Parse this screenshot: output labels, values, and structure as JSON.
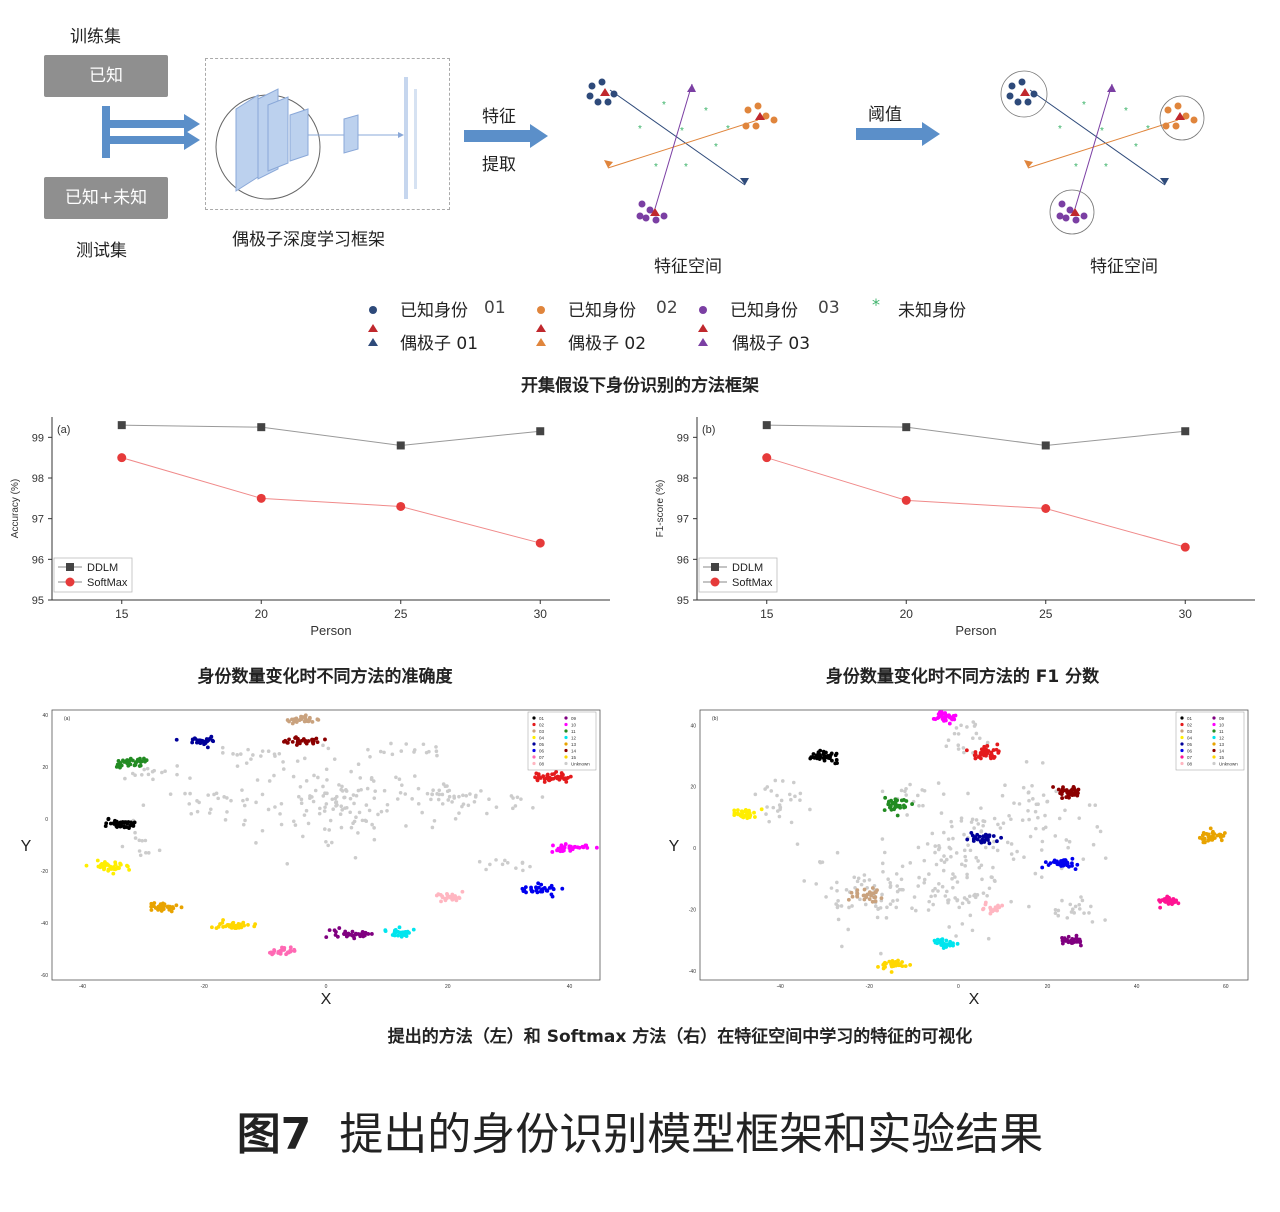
{
  "framework": {
    "train_set": "训练集",
    "known": "已知",
    "known_unknown": "已知+未知",
    "test_set": "测试集",
    "model_name": "偶极子深度学习框架",
    "arrow1_line1": "特征",
    "arrow1_line2": "提取",
    "arrow2": "阈值",
    "feature_space_1": "特征空间",
    "feature_space_2": "特征空间",
    "legend": {
      "known01": "已知身份",
      "known01_id": "01",
      "known02": "已知身份",
      "known02_id": "02",
      "known03": "已知身份",
      "known03_id": "03",
      "unknown": "未知身份",
      "dipole01": "偶极子 01",
      "dipole02": "偶极子 02",
      "dipole03": "偶极子 03"
    },
    "caption": "开集假设下身份识别的方法框架",
    "colors": {
      "id01": "#2e4a7a",
      "id02": "#e0853c",
      "id03": "#7b3fa3",
      "unknown": "#3cb36a",
      "dipole_red": "#c0282d"
    }
  },
  "charts_captions": {
    "left": "身份数量变化时不同方法的准确度",
    "right": "身份数量变化时不同方法的 F1 分数"
  },
  "chart_data": [
    {
      "type": "line",
      "panel": "(a)",
      "x": [
        15,
        20,
        25,
        30
      ],
      "xticks": [
        "15",
        "20",
        "25",
        "30"
      ],
      "yticks": [
        "95",
        "96",
        "97",
        "98",
        "99"
      ],
      "ylim": [
        95,
        99.5
      ],
      "xlim": [
        12.5,
        32.5
      ],
      "xlabel": "Person",
      "ylabel": "Accuracy (%)",
      "legend_position": "bottom-left",
      "series": [
        {
          "name": "DDLM",
          "values": [
            99.3,
            99.25,
            98.8,
            99.15
          ],
          "color": "#444444",
          "marker": "square"
        },
        {
          "name": "SoftMax",
          "values": [
            98.5,
            97.5,
            97.3,
            96.4
          ],
          "color": "#e63a3a",
          "marker": "circle"
        }
      ]
    },
    {
      "type": "line",
      "panel": "(b)",
      "x": [
        15,
        20,
        25,
        30
      ],
      "xticks": [
        "15",
        "20",
        "25",
        "30"
      ],
      "yticks": [
        "95",
        "96",
        "97",
        "98",
        "99"
      ],
      "ylim": [
        95,
        99.5
      ],
      "xlim": [
        12.5,
        32.5
      ],
      "xlabel": "Person",
      "ylabel": "F1-score (%)",
      "legend_position": "bottom-left",
      "series": [
        {
          "name": "DDLM",
          "values": [
            99.3,
            99.25,
            98.8,
            99.15
          ],
          "color": "#444444",
          "marker": "square"
        },
        {
          "name": "SoftMax",
          "values": [
            98.5,
            97.45,
            97.25,
            96.3
          ],
          "color": "#e63a3a",
          "marker": "circle"
        }
      ]
    },
    {
      "type": "scatter",
      "panel": "(a)",
      "xlabel": "X",
      "ylabel": "Y",
      "xlim": [
        -45,
        45
      ],
      "ylim": [
        -62,
        42
      ],
      "xticks": [
        "-40",
        "-20",
        "0",
        "20",
        "40"
      ],
      "yticks": [
        "40",
        "20",
        "0",
        "-20",
        "-40",
        "-60"
      ],
      "legend": [
        "01",
        "02",
        "03",
        "04",
        "05",
        "06",
        "07",
        "08",
        "09",
        "10",
        "11",
        "12",
        "13",
        "14",
        "15",
        "Unknown"
      ],
      "clusters": [
        {
          "label": "01",
          "color": "#000000",
          "cx": -34,
          "cy": -2,
          "n": 40,
          "s": 1.5
        },
        {
          "label": "02",
          "color": "#e41a1c",
          "cx": 37,
          "cy": 16,
          "n": 40,
          "s": 1.5
        },
        {
          "label": "03",
          "color": "#c9a27e",
          "cx": -4,
          "cy": 38,
          "n": 30,
          "s": 1.3
        },
        {
          "label": "04",
          "color": "#ffee00",
          "cx": -36,
          "cy": -18,
          "n": 40,
          "s": 1.5
        },
        {
          "label": "05",
          "color": "#000099",
          "cx": -20,
          "cy": 30,
          "n": 30,
          "s": 1.3
        },
        {
          "label": "06",
          "color": "#0000ee",
          "cx": 35,
          "cy": -27,
          "n": 35,
          "s": 1.5
        },
        {
          "label": "07",
          "color": "#ff69b4",
          "cx": -7,
          "cy": -51,
          "n": 30,
          "s": 1.2
        },
        {
          "label": "08",
          "color": "#ffb6c1",
          "cx": 20,
          "cy": -30,
          "n": 25,
          "s": 1.3
        },
        {
          "label": "09",
          "color": "#800080",
          "cx": 4,
          "cy": -44,
          "n": 35,
          "s": 1.6
        },
        {
          "label": "10",
          "color": "#ff00ff",
          "cx": 40,
          "cy": -11,
          "n": 35,
          "s": 1.4
        },
        {
          "label": "11",
          "color": "#228b22",
          "cx": -32,
          "cy": 22,
          "n": 40,
          "s": 1.6
        },
        {
          "label": "12",
          "color": "#00e5ee",
          "cx": 12,
          "cy": -44,
          "n": 30,
          "s": 1.3
        },
        {
          "label": "13",
          "color": "#e8a300",
          "cx": -27,
          "cy": -34,
          "n": 35,
          "s": 1.4
        },
        {
          "label": "14",
          "color": "#8b0000",
          "cx": -4,
          "cy": 30,
          "n": 30,
          "s": 1.3
        },
        {
          "label": "15",
          "color": "#ffd700",
          "cx": -15,
          "cy": -41,
          "n": 35,
          "s": 1.4
        },
        {
          "label": "Unknown",
          "color": "#cccccc",
          "cx": 5,
          "cy": 5,
          "n": 0,
          "s": 0
        }
      ]
    },
    {
      "type": "scatter",
      "panel": "(b)",
      "xlabel": "X",
      "ylabel": "Y",
      "xlim": [
        -58,
        65
      ],
      "ylim": [
        -43,
        45
      ],
      "xticks": [
        "-40",
        "-20",
        "0",
        "20",
        "40",
        "60"
      ],
      "yticks": [
        "40",
        "20",
        "0",
        "-20",
        "-40"
      ],
      "legend": [
        "01",
        "02",
        "03",
        "04",
        "05",
        "06",
        "07",
        "08",
        "09",
        "10",
        "11",
        "12",
        "13",
        "14",
        "15",
        "Unknown"
      ],
      "clusters": [
        {
          "label": "01",
          "color": "#000000",
          "cx": -30,
          "cy": 30,
          "n": 40,
          "s": 1.6
        },
        {
          "label": "02",
          "color": "#e41a1c",
          "cx": 6,
          "cy": 31,
          "n": 40,
          "s": 1.8
        },
        {
          "label": "03",
          "color": "#c9a27e",
          "cx": -21,
          "cy": -15,
          "n": 30,
          "s": 2.0
        },
        {
          "label": "04",
          "color": "#ffee00",
          "cx": -48,
          "cy": 11,
          "n": 40,
          "s": 1.6
        },
        {
          "label": "05",
          "color": "#000099",
          "cx": 6,
          "cy": 3,
          "n": 35,
          "s": 1.6
        },
        {
          "label": "06",
          "color": "#0000ee",
          "cx": 23,
          "cy": -5,
          "n": 35,
          "s": 1.6
        },
        {
          "label": "07",
          "color": "#ff1493",
          "cx": 47,
          "cy": -17,
          "n": 30,
          "s": 1.3
        },
        {
          "label": "08",
          "color": "#ffb6c1",
          "cx": 8,
          "cy": -20,
          "n": 25,
          "s": 1.3
        },
        {
          "label": "09",
          "color": "#800080",
          "cx": 25,
          "cy": -30,
          "n": 30,
          "s": 1.3
        },
        {
          "label": "10",
          "color": "#ff00ff",
          "cx": -3,
          "cy": 43,
          "n": 35,
          "s": 1.5
        },
        {
          "label": "11",
          "color": "#228b22",
          "cx": -14,
          "cy": 14,
          "n": 35,
          "s": 1.6
        },
        {
          "label": "12",
          "color": "#00e5ee",
          "cx": -3,
          "cy": -31,
          "n": 30,
          "s": 1.3
        },
        {
          "label": "13",
          "color": "#e8a300",
          "cx": 57,
          "cy": 4,
          "n": 35,
          "s": 1.4
        },
        {
          "label": "14",
          "color": "#8b0000",
          "cx": 25,
          "cy": 18,
          "n": 35,
          "s": 1.5
        },
        {
          "label": "15",
          "color": "#ffd700",
          "cx": -15,
          "cy": -38,
          "n": 35,
          "s": 1.4
        },
        {
          "label": "Unknown",
          "color": "#cccccc",
          "cx": 5,
          "cy": 5,
          "n": 0,
          "s": 0
        }
      ]
    }
  ],
  "scatter_caption": "提出的方法（左）和 Softmax 方法（右）在特征空间中学习的特征的可视化",
  "figure_title_num": "图7",
  "figure_title_text": "提出的身份识别模型框架和实验结果"
}
